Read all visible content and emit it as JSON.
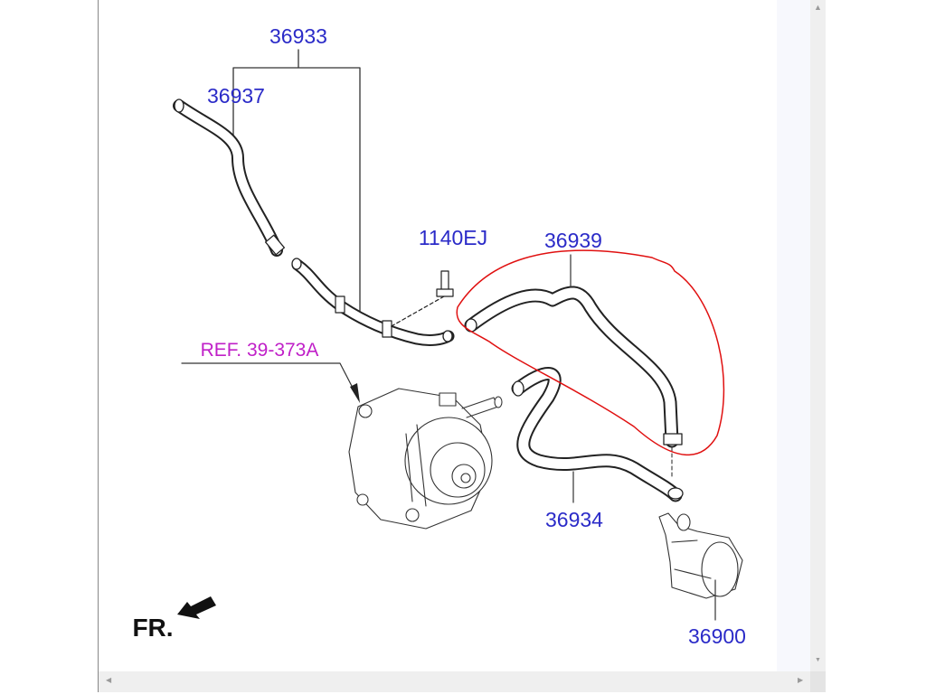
{
  "diagram": {
    "labels": {
      "assembly": "36933",
      "hose_upper": "36937",
      "bolt": "1140EJ",
      "hose_circled": "36939",
      "reference": "REF. 39-373A",
      "hose_lower": "36934",
      "pump": "36900",
      "front": "FR."
    },
    "colors": {
      "part_number": "#2b2bc8",
      "reference": "#c020c8",
      "annotation": "#e01010"
    }
  }
}
